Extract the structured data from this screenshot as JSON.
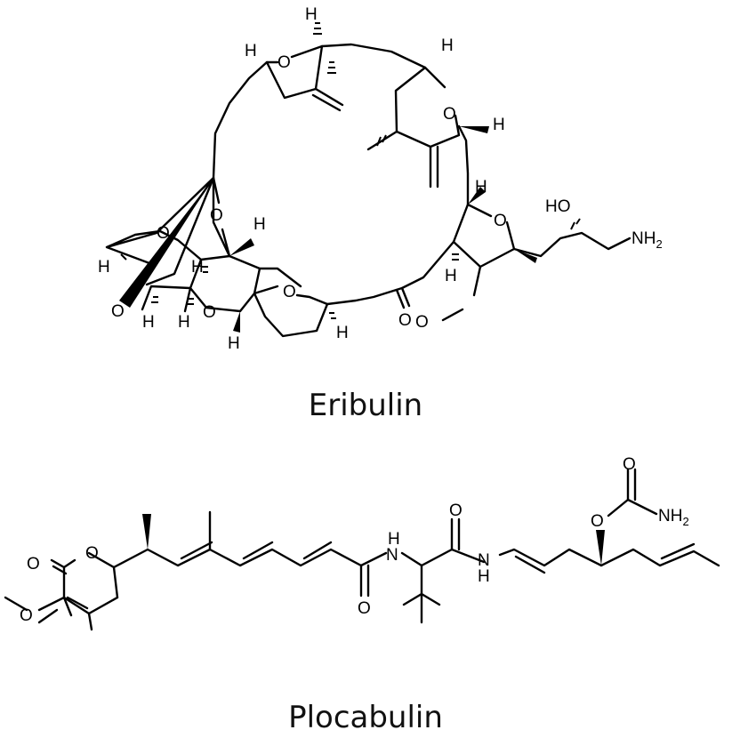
{
  "captions": {
    "eribulin": "Eribulin",
    "plocabulin": "Plocabulin"
  },
  "eribulin": {
    "atoms": {
      "h": "H",
      "o": "O",
      "ho": "HO",
      "nh": "NH",
      "sub2": "2",
      "meo": "O"
    }
  },
  "plocabulin": {
    "atoms": {
      "h": "H",
      "n": "N",
      "o": "O",
      "nh": "NH",
      "sub2": "2"
    }
  }
}
